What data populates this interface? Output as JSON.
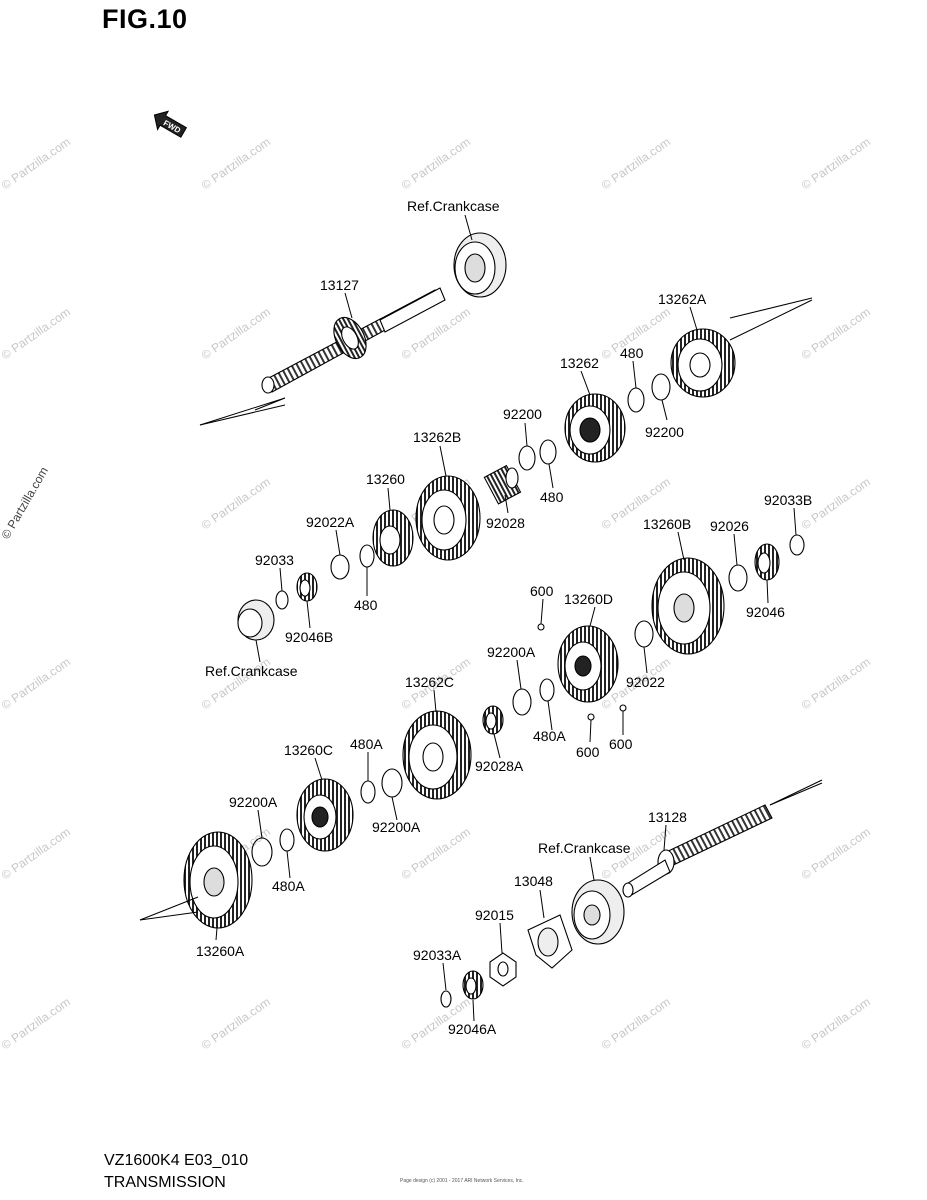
{
  "figure_title": "FIG.10",
  "fwd_label": "FWD",
  "footer": {
    "model_code": "VZ1600K4 E03_010",
    "section_title": "TRANSMISSION",
    "copyright": "Page design (c) 2001 - 2017 ARI Network Services, Inc."
  },
  "watermark_text": "© Partzilla.com",
  "callouts": {
    "ref_crankcase_top": "Ref.Crankcase",
    "ref_crankcase_left": "Ref.Crankcase",
    "ref_crankcase_bottom": "Ref.Crankcase",
    "p13127": "13127",
    "p13262A": "13262A",
    "p13262": "13262",
    "p480_top": "480",
    "p92200_a": "92200",
    "p92200_b": "92200",
    "p480_b": "480",
    "p13262B": "13262B",
    "p92028": "92028",
    "p13260": "13260",
    "p92022A": "92022A",
    "p92033": "92033",
    "p480_c": "480",
    "p92046B": "92046B",
    "p92033B": "92033B",
    "p13260B": "13260B",
    "p92026": "92026",
    "p92046": "92046",
    "p600_top": "600",
    "p13260D": "13260D",
    "p92200A_top": "92200A",
    "p92022": "92022",
    "p13262C": "13262C",
    "p480A_right": "480A",
    "p92028A": "92028A",
    "p600_b": "600",
    "p600_c": "600",
    "p13260C": "13260C",
    "p480A_mid": "480A",
    "p92200A_left": "92200A",
    "p92200A_mid": "92200A",
    "p480A_low": "480A",
    "p13260A": "13260A",
    "p13128": "13128",
    "p13048": "13048",
    "p92015": "92015",
    "p92033A": "92033A",
    "p92046A": "92046A"
  }
}
